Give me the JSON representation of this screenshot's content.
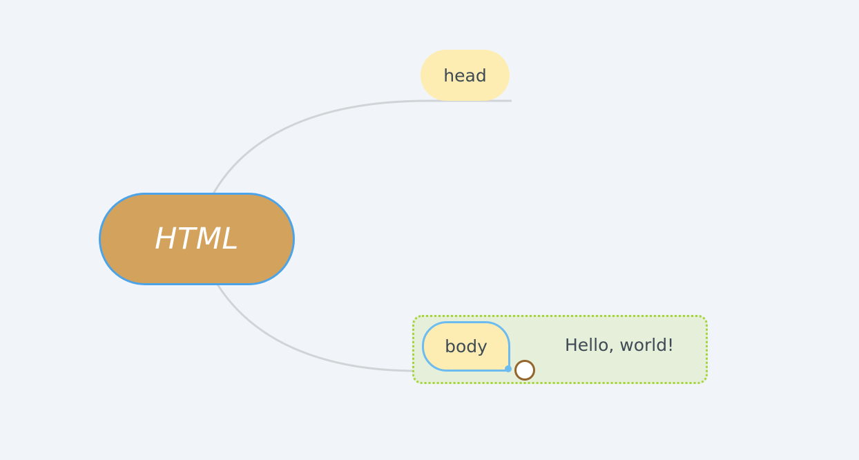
{
  "mindmap": {
    "root": {
      "label": "HTML"
    },
    "children": [
      {
        "label": "head"
      },
      {
        "label": "body",
        "children": [
          {
            "label": "Hello, world!"
          }
        ]
      }
    ]
  },
  "colors": {
    "background": "#f1f5f9",
    "root_fill": "#d3a35d",
    "selection_border": "#4da3e8",
    "child_fill": "#fdedb2",
    "connector": "#d1d4d7",
    "group_fill": "#e5efd9",
    "group_border": "#a4d33c",
    "toggle_border": "#92652b"
  }
}
